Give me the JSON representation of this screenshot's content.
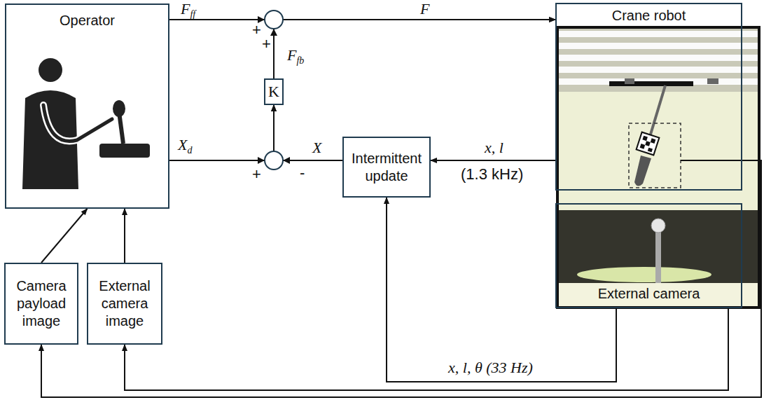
{
  "diagram": {
    "nodes": [
      {
        "text": [
          "Operator"
        ]
      },
      {
        "text": [
          "K"
        ]
      },
      {
        "text": [
          "Intermittent update"
        ]
      },
      {
        "text": [
          "Crane robot"
        ]
      },
      {
        "text": [
          "External camera"
        ]
      },
      {
        "text": [
          "Camera payload image"
        ]
      },
      {
        "text": [
          "External camera image"
        ]
      }
    ],
    "edges": [
      {
        "from": 0,
        "to": 3,
        "arrow": "to"
      },
      {
        "from": 1,
        "to": 3,
        "arrow": "to"
      },
      {
        "from": 0,
        "to": 1,
        "arrow": "to"
      },
      {
        "from": 2,
        "to": 1,
        "arrow": "to"
      },
      {
        "from": 3,
        "to": 2,
        "arrow": "to"
      },
      {
        "from": 4,
        "to": 2,
        "arrow": "to"
      },
      {
        "from": 4,
        "to": 6,
        "arrow": "to"
      },
      {
        "from": 3,
        "to": 5,
        "arrow": "to"
      },
      {
        "from": 5,
        "to": 0,
        "arrow": "to"
      },
      {
        "from": 6,
        "to": 0,
        "arrow": "to"
      }
    ],
    "labels": [
      "Fff",
      "+",
      "F",
      "+",
      "Ffb",
      "Xd",
      "+",
      "X",
      "-",
      "x, l",
      "(1.3 kHz)",
      "x, l, θ (33 Hz)"
    ]
  }
}
